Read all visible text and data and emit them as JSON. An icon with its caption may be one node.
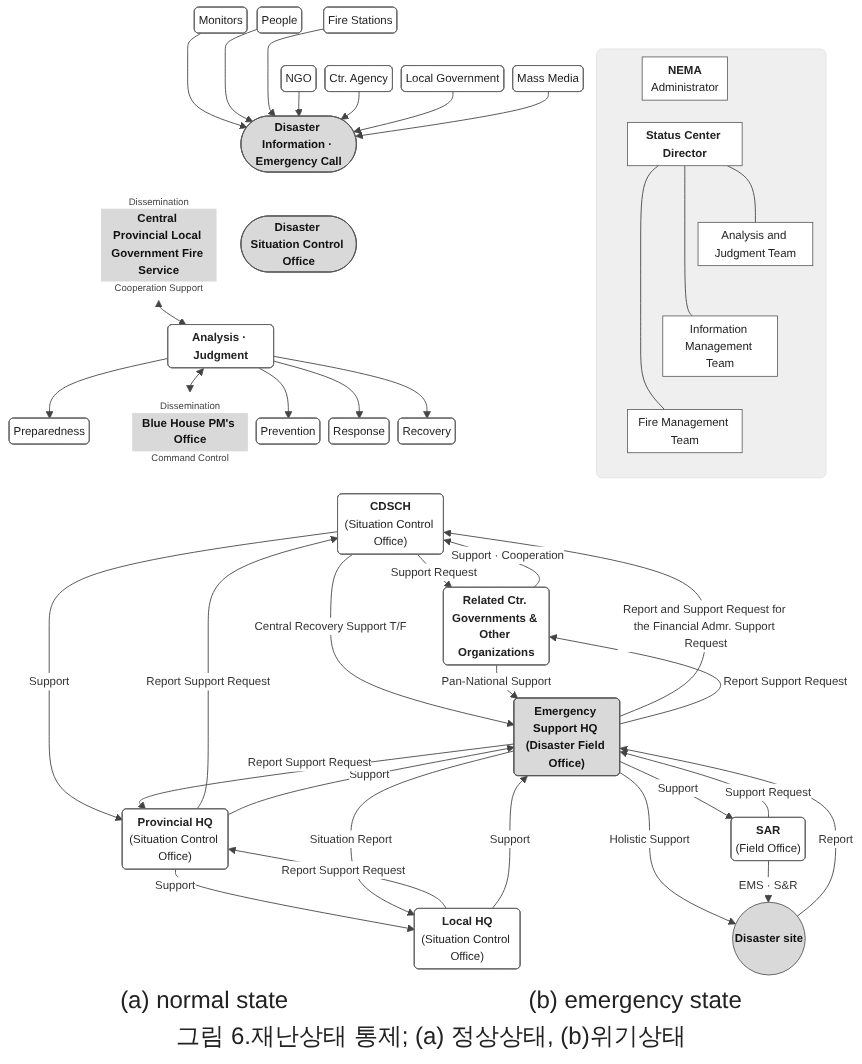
{
  "diagram": {
    "caption": "그림 6.재난상태 통제; (a) 정상상태, (b)위기상태",
    "nodes": [
      {
        "text": [
          "Monitors"
        ]
      },
      {
        "text": [
          "People"
        ]
      },
      {
        "text": [
          "Fire Stations"
        ]
      },
      {
        "text": [
          "NGO"
        ]
      },
      {
        "text": [
          "Ctr. Agency"
        ]
      },
      {
        "text": [
          "Local Government"
        ]
      },
      {
        "text": [
          "Mass Media"
        ]
      },
      {
        "text": [
          "Disaster Information · Emergency Call"
        ]
      },
      {
        "text": [
          "Disaster Situation Control Office"
        ]
      },
      {
        "text": [
          "Central Provincial Local Government Fire Service"
        ],
        "beside": [
          "Dissemination",
          "Cooperation Support"
        ]
      },
      {
        "text": [
          "Analysis · Judgment"
        ]
      },
      {
        "text": [
          "Blue House PM's Office"
        ],
        "beside": [
          "Dissemination",
          "Command Control"
        ]
      },
      {
        "text": [
          "Prevention"
        ]
      },
      {
        "text": [
          "Response"
        ]
      },
      {
        "text": [
          "Recovery"
        ]
      },
      {
        "text": [
          "Preparedness"
        ]
      },
      {
        "text": [],
        "shape": "box"
      },
      {
        "text": [
          "NEMA",
          "Administrator"
        ],
        "in": 16
      },
      {
        "text": [
          "Status Center Director"
        ],
        "in": 16
      },
      {
        "text": [
          "Analysis and Judgment Team"
        ],
        "in": 16
      },
      {
        "text": [
          "Information Management Team"
        ],
        "in": 16
      },
      {
        "text": [
          "Fire Management Team"
        ],
        "in": 16
      },
      {
        "text": [
          "CDSCH",
          "(Situation Control Office)"
        ]
      },
      {
        "text": [
          "Related Ctr. Governments & Other Organizations"
        ]
      },
      {
        "text": [
          "Provincial HQ",
          "(Situation Control Office)"
        ]
      },
      {
        "text": [
          "Emergency Support HQ (Disaster Field Office)"
        ]
      },
      {
        "text": [
          "Disaster site"
        ]
      },
      {
        "text": [
          "Local HQ",
          "(Situation Control Office)"
        ]
      },
      {
        "text": [
          "SAR",
          "(Field Office)"
        ]
      }
    ],
    "edges": [
      {
        "from": 0,
        "to": 7,
        "arrow": "to"
      },
      {
        "from": 1,
        "to": 7,
        "arrow": "to"
      },
      {
        "from": 2,
        "to": 7,
        "arrow": "to"
      },
      {
        "from": 3,
        "to": 7,
        "arrow": "to"
      },
      {
        "from": 4,
        "to": 7,
        "arrow": "to"
      },
      {
        "from": 5,
        "to": 7,
        "arrow": "to"
      },
      {
        "from": 6,
        "to": 7,
        "arrow": "to"
      },
      {
        "from": 9,
        "to": 10,
        "arrow": "both"
      },
      {
        "from": 10,
        "to": 11,
        "arrow": "both"
      },
      {
        "from": 10,
        "to": 12,
        "arrow": "to"
      },
      {
        "from": 10,
        "to": 13,
        "arrow": "to"
      },
      {
        "from": 10,
        "to": 14,
        "arrow": "to"
      },
      {
        "from": 10,
        "to": 15,
        "arrow": "to"
      },
      {
        "from": 18,
        "to": 19,
        "arrow": "none"
      },
      {
        "from": 18,
        "to": 20,
        "arrow": "none"
      },
      {
        "from": 18,
        "to": 21,
        "arrow": "none"
      },
      {
        "from": 22,
        "to": 23,
        "arrow": "to",
        "label": "Support Request"
      },
      {
        "from": 23,
        "to": 22,
        "arrow": "to",
        "label": "Support · Cooperation"
      },
      {
        "from": 25,
        "to": 22,
        "arrow": "to",
        "label": "Report and Support Request for the Financial Admr. Support Request"
      },
      {
        "from": 22,
        "to": 25,
        "arrow": "to",
        "label": "Central Recovery Support T/F"
      },
      {
        "from": 22,
        "to": 24,
        "arrow": "to",
        "label": "Support"
      },
      {
        "from": 24,
        "to": 22,
        "arrow": "to",
        "label": "Report Support Request"
      },
      {
        "from": 25,
        "to": 23,
        "arrow": "to",
        "label": "Report Support Request"
      },
      {
        "from": 23,
        "to": 25,
        "arrow": "to",
        "label": "Pan-National Support"
      },
      {
        "from": 24,
        "to": 25,
        "arrow": "to",
        "label": "Support"
      },
      {
        "from": 25,
        "to": 24,
        "arrow": "to",
        "label": "Report Support Request"
      },
      {
        "from": 25,
        "to": 26,
        "arrow": "to",
        "label": "Holistic Support"
      },
      {
        "from": 26,
        "to": 25,
        "arrow": "to",
        "label": "Report"
      },
      {
        "from": 24,
        "to": 27,
        "arrow": "to",
        "label": "Support"
      },
      {
        "from": 27,
        "to": 24,
        "arrow": "to",
        "label": "Report Support Request"
      },
      {
        "from": 27,
        "to": 25,
        "arrow": "to",
        "label": "Support"
      },
      {
        "from": 25,
        "to": 27,
        "arrow": "to",
        "label": "Situation Report"
      },
      {
        "from": 25,
        "to": 28,
        "arrow": "to",
        "label": "Support"
      },
      {
        "from": 28,
        "to": 25,
        "arrow": "to",
        "label": "Support Request"
      },
      {
        "from": 28,
        "to": 26,
        "arrow": "to",
        "label": "EMS · S&R"
      }
    ],
    "labels": [
      "(a) normal state",
      "(b) emergency state"
    ]
  }
}
